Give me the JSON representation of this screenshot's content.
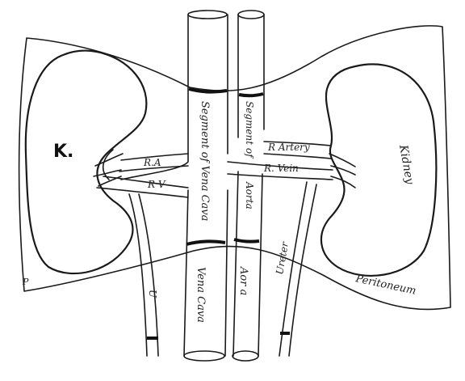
{
  "labels": {
    "kidney_left": "K.",
    "renal_artery_left": "R.A",
    "renal_vein_left": "R V",
    "vena_cava_segment": "Segment of Vena Cava",
    "aorta_segment": "Segment of",
    "aorta_upper": "Aorta",
    "renal_artery_right": "R Artery",
    "renal_vein_right": "R. Vein",
    "kidney_right": "Kidney",
    "vena_cava_lower": "Vena Cava",
    "aorta_lower": "Aor a",
    "ureter_left": "U",
    "ureter_right": "Ureter",
    "peritoneum": "Peritoneum",
    "peritoneum_corner": "P"
  }
}
